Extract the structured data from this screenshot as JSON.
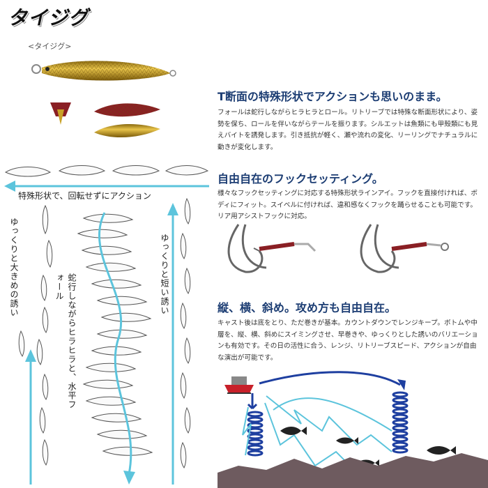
{
  "product": {
    "logo_text": "タイジグ",
    "caption": "<タイジグ>"
  },
  "sections": [
    {
      "heading": "T断面の特殊形状でアクションも思いのまま。",
      "body": "フォールは蛇行しながらヒラヒラとロール。リトリーブでは特殊な断面形状により、姿勢を保ち、ロールを伴いながらテールを振ります。シルエットは魚類にも甲殻類にも見えバイトを誘発します。引き抵抗が軽く、瀬や流れの変化、リーリングでナチュラルに動きが変化します。"
    },
    {
      "heading": "自由自在のフックセッティング。",
      "body": "様々なフックセッティングに対応する特殊形状ラインアイ。フックを直接付ければ、ボディにフィット。スイベルに付ければ、違和感なくフックを踊らせることも可能です。リア用アシストフックに対応。"
    },
    {
      "heading": "縦、横、斜め。攻め方も自由自在。",
      "body": "キャスト後は底をとり、ただ巻きが基本。カウントダウンでレンジキープ。ボトムや中層を、縦、横、斜めにスイミングさせ、早巻きや、ゆっくりとした誘いのバリエーションも有効です。その日の活性に合う、レンジ、リトリーブスピード、アクションが自由な演出が可能です。"
    }
  ],
  "diagram_labels": {
    "horizontal": "特殊形状で、回転せずにアクション",
    "slow_big": "ゆっくりと大きめの誘い",
    "fall": "蛇行しながらヒラヒラと、水平フォール",
    "slow_short": "ゆっくりと短い誘い"
  },
  "colors": {
    "heading": "#1c3d73",
    "arrow": "#5cc4dc",
    "lure_gold": "#c9a227",
    "lure_red": "#8a1f24",
    "sea_floor": "#6e5b5f",
    "coil": "#1e3fa0"
  }
}
